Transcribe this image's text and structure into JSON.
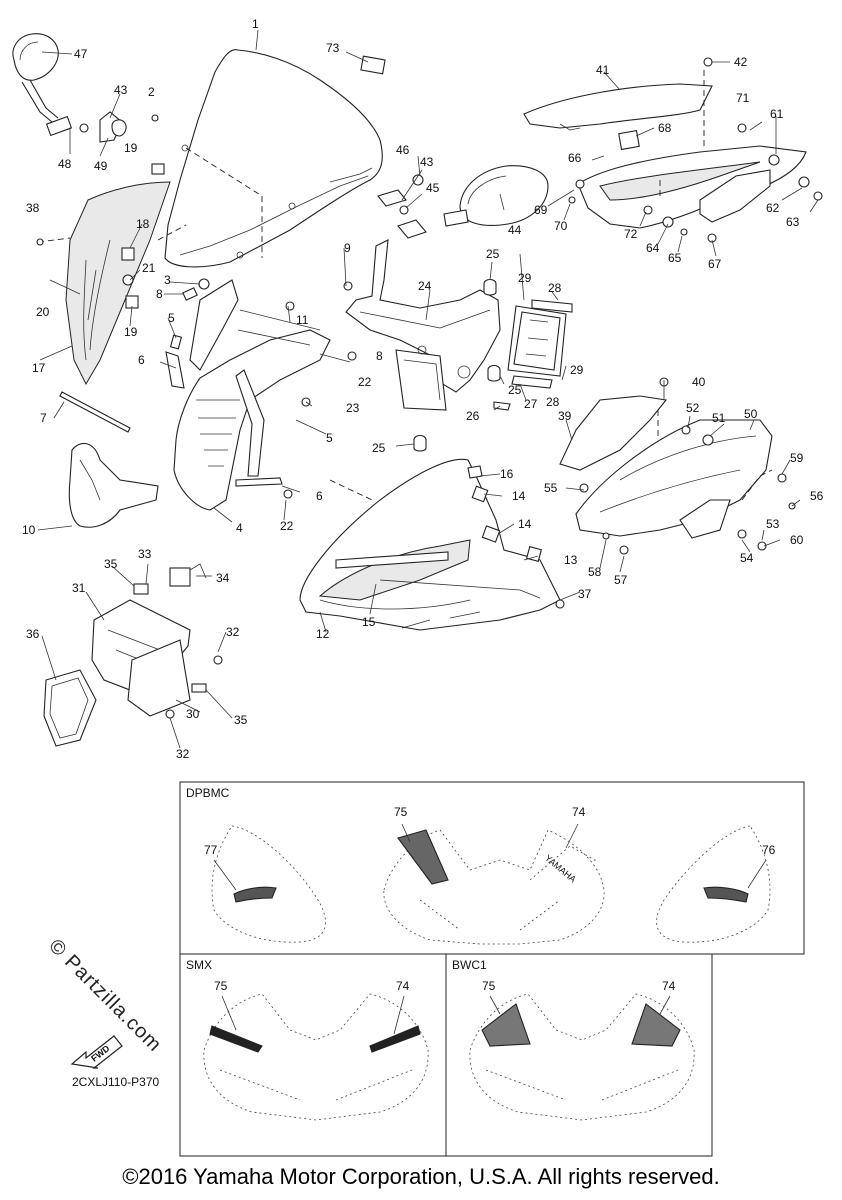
{
  "diagram": {
    "part_labels": [
      "1",
      "2",
      "3",
      "4",
      "5",
      "5",
      "6",
      "6",
      "7",
      "8",
      "8",
      "9",
      "10",
      "11",
      "12",
      "13",
      "14",
      "14",
      "15",
      "16",
      "17",
      "18",
      "19",
      "19",
      "20",
      "21",
      "22",
      "22",
      "23",
      "24",
      "25",
      "25",
      "25",
      "26",
      "27",
      "28",
      "28",
      "29",
      "29",
      "30",
      "31",
      "32",
      "32",
      "33",
      "34",
      "35",
      "35",
      "36",
      "37",
      "38",
      "39",
      "40",
      "41",
      "42",
      "43",
      "43",
      "44",
      "45",
      "46",
      "47",
      "48",
      "49",
      "50",
      "51",
      "52",
      "53",
      "54",
      "55",
      "56",
      "57",
      "58",
      "59",
      "60",
      "61",
      "62",
      "63",
      "64",
      "65",
      "66",
      "67",
      "68",
      "69",
      "70",
      "71",
      "72",
      "73"
    ],
    "variant_boxes": {
      "dpbmc": {
        "title": "DPBMC",
        "labels": [
          "75",
          "74",
          "77",
          "76"
        ],
        "logo_text": "YAMAHA"
      },
      "smx": {
        "title": "SMX",
        "labels": [
          "75",
          "74"
        ]
      },
      "bwc1": {
        "title": "BWC1",
        "labels": [
          "75",
          "74"
        ]
      }
    },
    "fwd_label": "FWD",
    "watermark": "© Partzilla.com",
    "catalog_code": "2CXLJ110-P370",
    "copyright": "©2016 Yamaha Motor Corporation, U.S.A. All rights reserved."
  }
}
